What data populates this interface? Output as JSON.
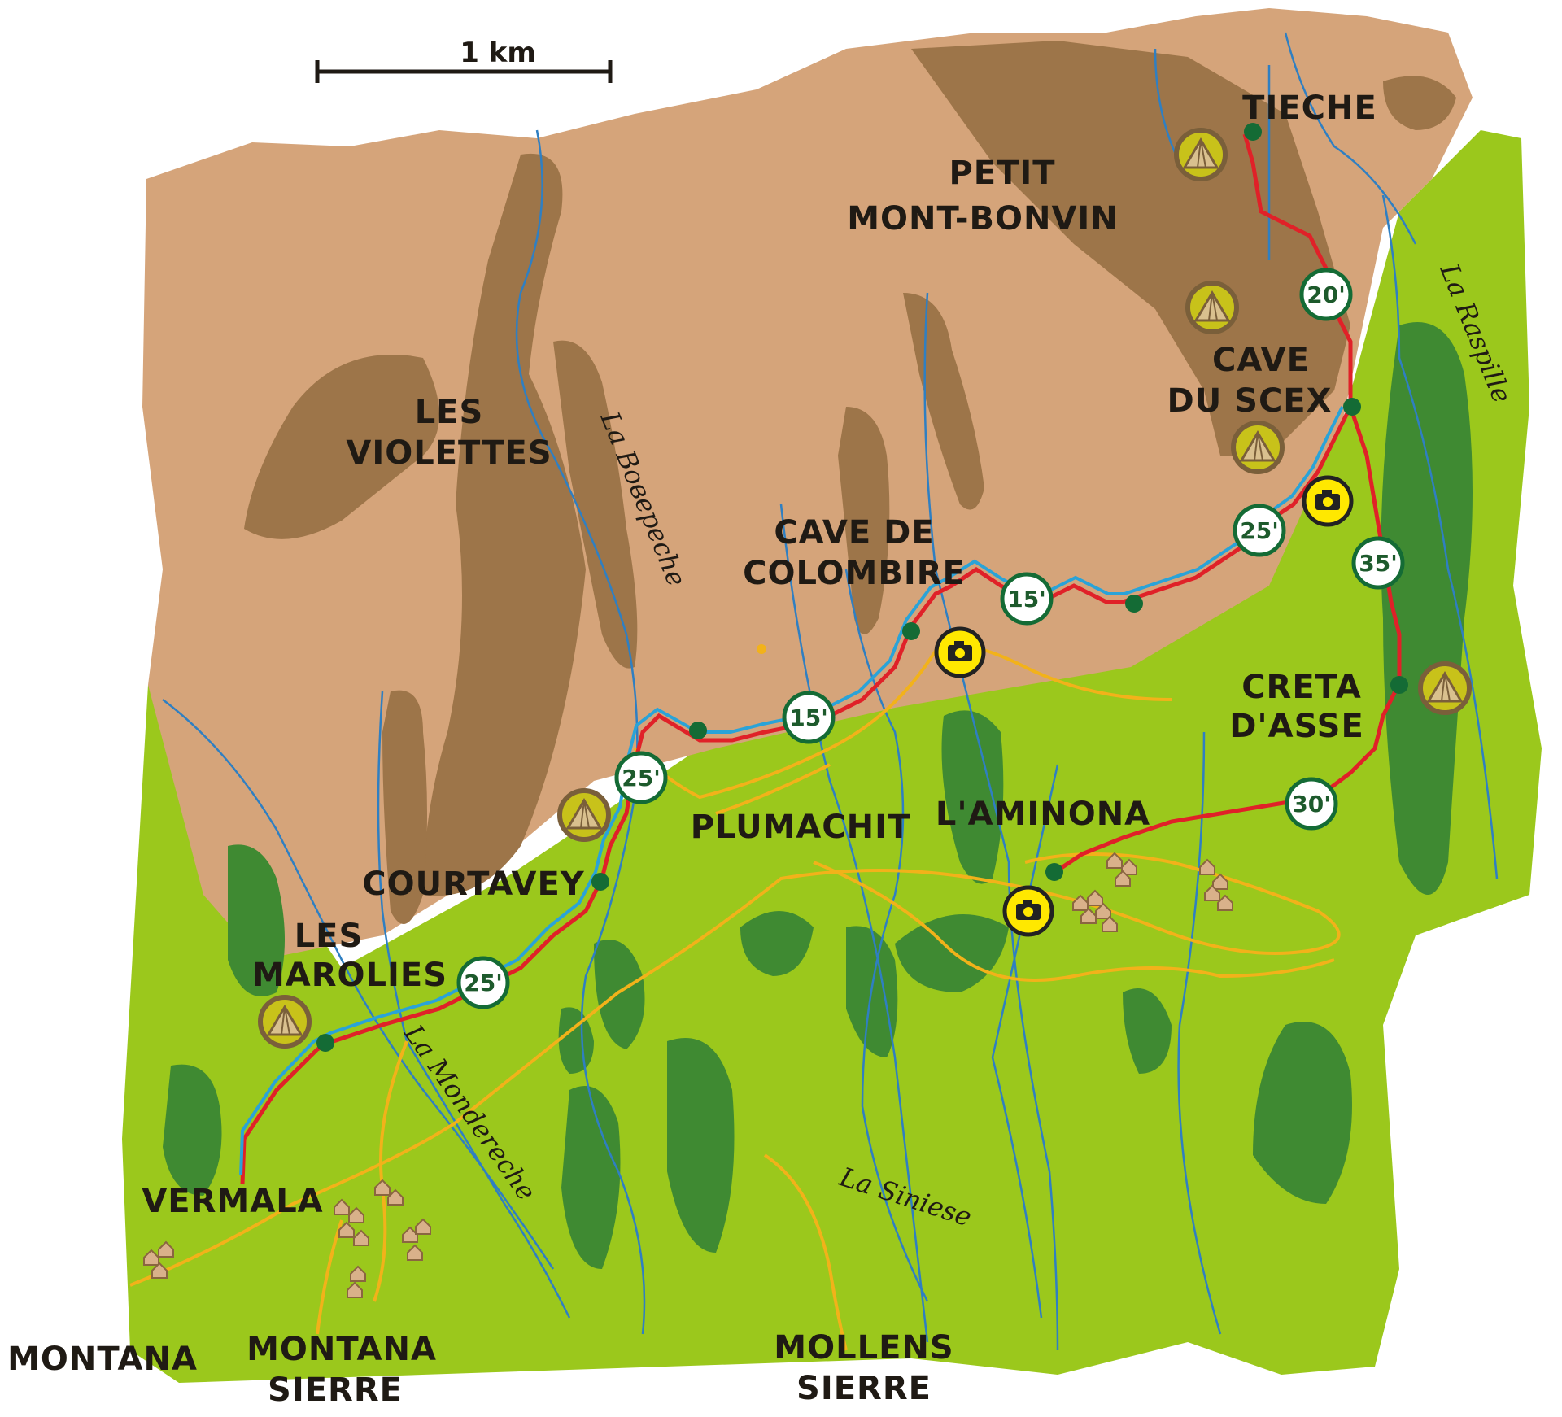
{
  "colors": {
    "rock": "#d5a47a",
    "rock_dark": "#9d7549",
    "meadow": "#9bc81c",
    "meadow_dark": "#7aa019",
    "forest": "#3f8a32",
    "river": "#2f7fc2",
    "route_red": "#e02128",
    "route_blue": "#2aa3d8",
    "road": "#f2b21a",
    "waypoint": "#146b35",
    "badge_ring": "#146b35"
  },
  "scale": {
    "label": "1 km"
  },
  "places": {
    "tieche": "TIECHE",
    "petit_mont_bonvin_1": "PETIT",
    "petit_mont_bonvin_2": "MONT-BONVIN",
    "cave_du_scex_1": "CAVE",
    "cave_du_scex_2": "DU SCEX",
    "les_violettes_1": "LES",
    "les_violettes_2": "VIOLETTES",
    "cave_de_colombire_1": "CAVE DE",
    "cave_de_colombire_2": "COLOMBIRE",
    "creta_dasse_1": "CRETA",
    "creta_dasse_2": "D'ASSE",
    "plumachit": "PLUMACHIT",
    "laminona": "L'AMINONA",
    "courtavey": "COURTAVEY",
    "les_marolies_1": "LES",
    "les_marolies_2": "MAROLIES",
    "vermala": "VERMALA",
    "montana": "MONTANA",
    "montana_sierre_1": "MONTANA",
    "montana_sierre_2": "SIERRE",
    "mollens_sierre_1": "MOLLENS",
    "mollens_sierre_2": "SIERRE"
  },
  "rivers": {
    "la_boвереche": "La Boвереche",
    "la_raspille": "La Raspille",
    "la_mondereche": "La Mondereche",
    "la_siniese": "La Siniese"
  },
  "durations": {
    "d_20": "20'",
    "d_25_scex": "25'",
    "d_35": "35'",
    "d_15_upper": "15'",
    "d_15_lower": "15'",
    "d_25_bisse": "25'",
    "d_30": "30'",
    "d_25_bottom": "25'"
  },
  "icons": {
    "camp": "tent-icon",
    "photo": "camera-icon"
  }
}
